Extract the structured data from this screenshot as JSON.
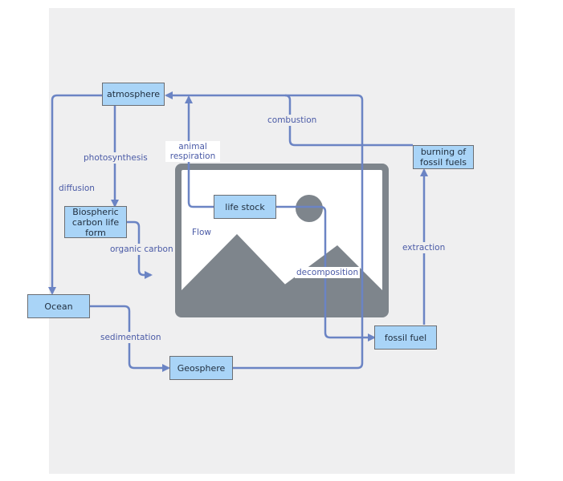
{
  "nodes": {
    "atmosphere": "atmosphere",
    "burning": "burning of fossil fuels",
    "life_stock": "life stock",
    "biospheric": "Biospheric carbon life form",
    "ocean": "Ocean",
    "geosphere": "Geosphere",
    "fossil_fuel": "fossil fuel"
  },
  "edge_labels": {
    "combustion": "combustion",
    "photosynthesis": "photosynthesis",
    "animal_respiration": "animal respiration",
    "diffusion": "diffusion",
    "organic_carbon": "organic carbon",
    "flow": "Flow",
    "decomposition": "decomposition",
    "extraction": "extraction",
    "sedimentation": "sedimentation"
  },
  "colors": {
    "canvas": "#efeff0",
    "node_fill": "#a9d4f7",
    "edge": "#6b84c4",
    "placeholder": "#7e858c"
  },
  "icons": [
    "image-placeholder-icon"
  ]
}
